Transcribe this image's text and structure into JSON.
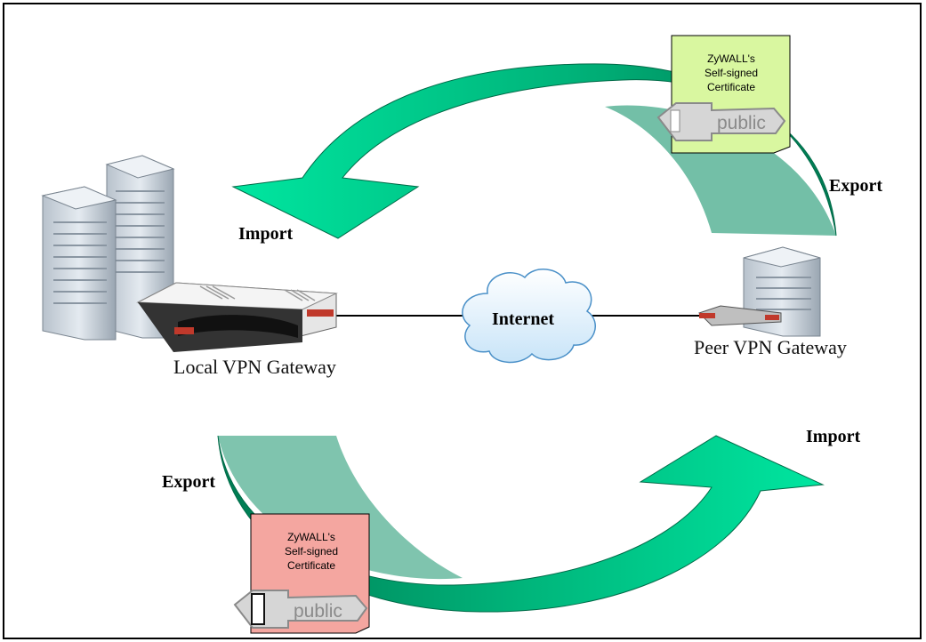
{
  "labels": {
    "import_top": "Import",
    "export_top": "Export",
    "export_bottom": "Export",
    "import_bottom": "Import",
    "internet": "Internet",
    "local_gateway": "Local VPN Gateway",
    "peer_gateway": "Peer VPN Gateway"
  },
  "certificates": {
    "top": {
      "line1": "ZyWALL's",
      "line2": "Self-signed",
      "line3": "Certificate",
      "key_label": "public",
      "color": "#d9f7a0"
    },
    "bottom": {
      "line1": "ZyWALL's",
      "line2": "Self-signed",
      "line3": "Certificate",
      "key_label": "public",
      "color": "#f4a6a0"
    }
  },
  "colors": {
    "arrow_light": "#00dd99",
    "arrow_dark": "#008a5e",
    "line": "#000000"
  }
}
